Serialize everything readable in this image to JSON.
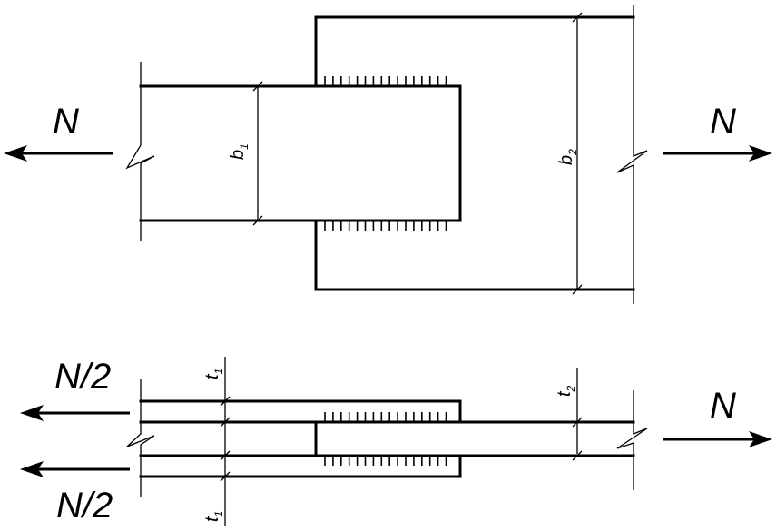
{
  "labels": {
    "force_top_left": "N",
    "force_top_right": "N",
    "dim_b1_main": "b",
    "dim_b1_sub": "1",
    "dim_b2_main": "b",
    "dim_b2_sub": "2",
    "force_bottom_upper_left": "N/2",
    "force_bottom_lower_left": "N/2",
    "force_bottom_right": "N",
    "dim_t1_top_main": "t",
    "dim_t1_top_sub": "1",
    "dim_t2_main": "t",
    "dim_t2_sub": "2",
    "dim_t1_bottom_main": "t",
    "dim_t1_bottom_sub": "1"
  }
}
